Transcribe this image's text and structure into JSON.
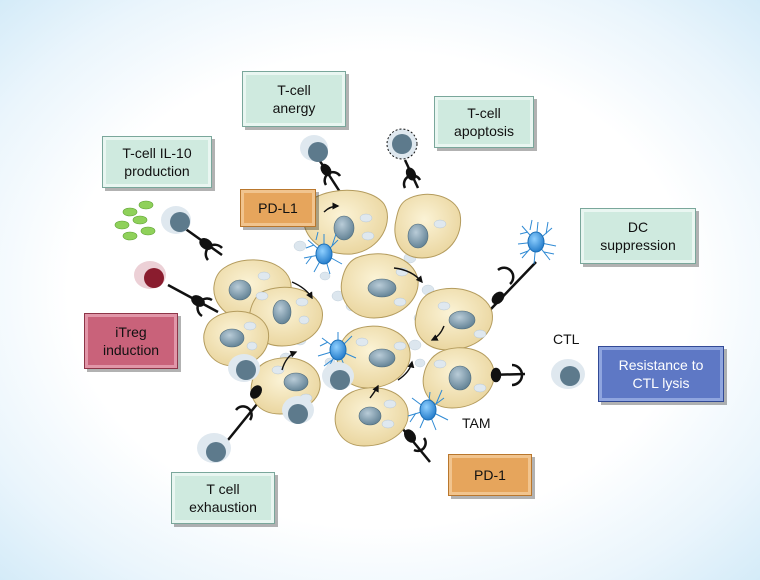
{
  "boxes": {
    "tcell_anergy": "T-cell\nanergy",
    "tcell_apoptosis": "T-cell\napoptosis",
    "tcell_il10": "T-cell IL-10\nproduction",
    "pdl1": "PD-L1",
    "dc_suppression": "DC\nsuppression",
    "itreg": "iTreg\ninduction",
    "resistance": "Resistance to\nCTL lysis",
    "pd1": "PD-1",
    "exhaustion": "T cell\nexhaustion"
  },
  "labels": {
    "ctl": "CTL",
    "tam": "TAM"
  },
  "colors": {
    "green_box": "#cfeadf",
    "orange_box": "#e6a55c",
    "pink_box": "#c9627a",
    "blue_box": "#5e78c5",
    "tumor_cell": "#f2e4b6",
    "nucleus": "#7b97a8",
    "dendritic_cell": "#3f9ae0",
    "tcell": "#5d7a8c"
  }
}
